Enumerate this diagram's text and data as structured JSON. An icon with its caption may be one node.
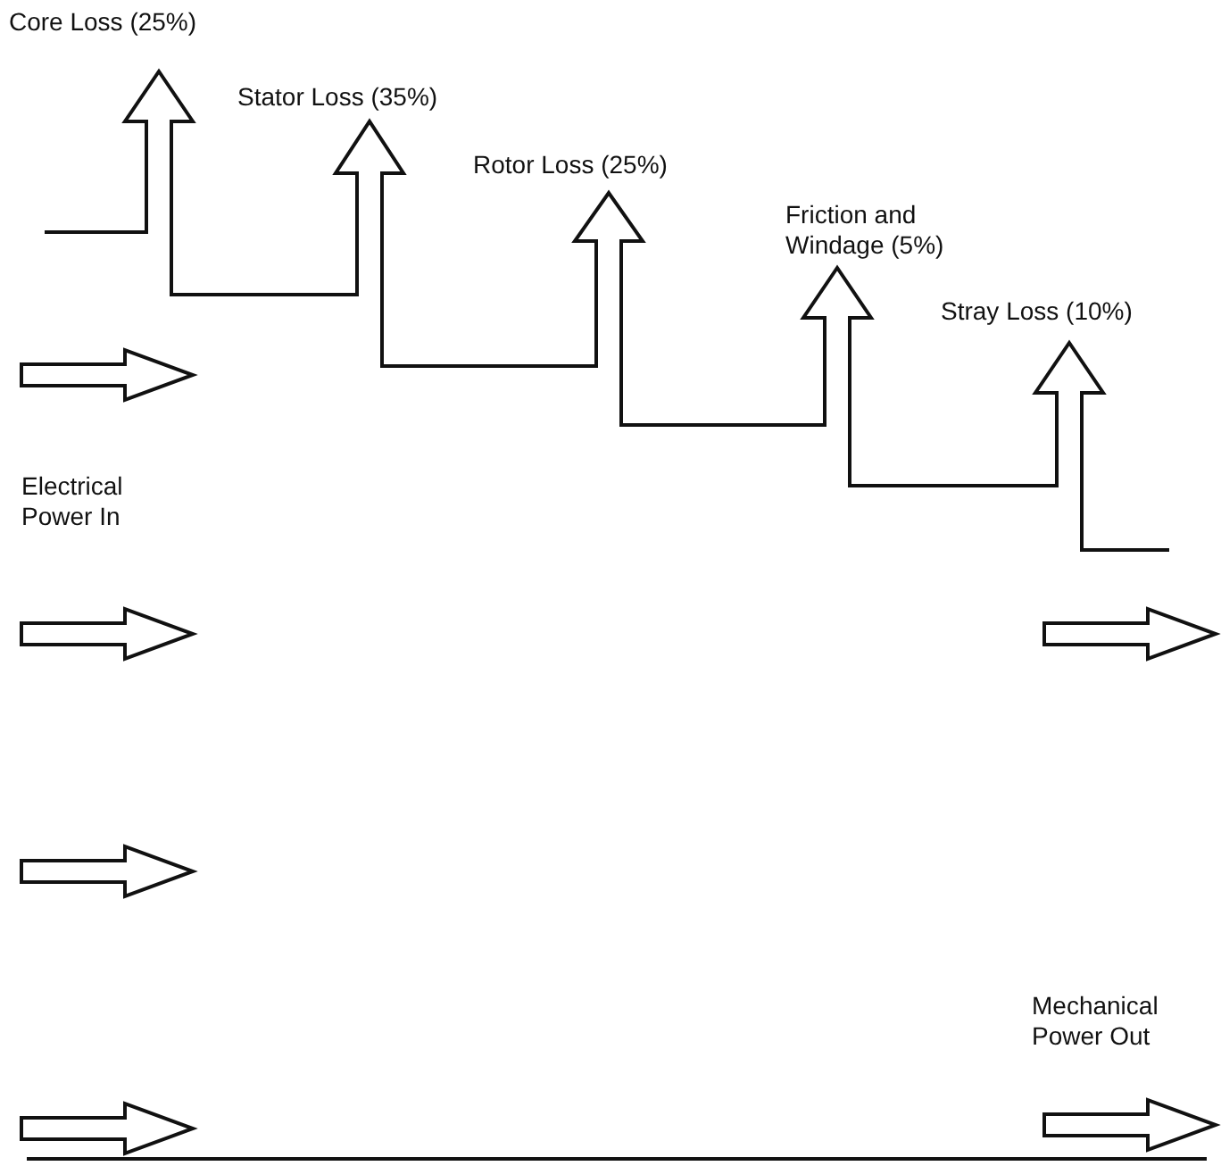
{
  "diagram": {
    "labels": [
      "Core Loss (25%)",
      "Stator Loss (35%)",
      "Rotor Loss (25%)",
      "Friction and Windage (5%)",
      "Stray Loss (10%)",
      "Electrical Power In",
      "Mechanical Power Out"
    ]
  }
}
